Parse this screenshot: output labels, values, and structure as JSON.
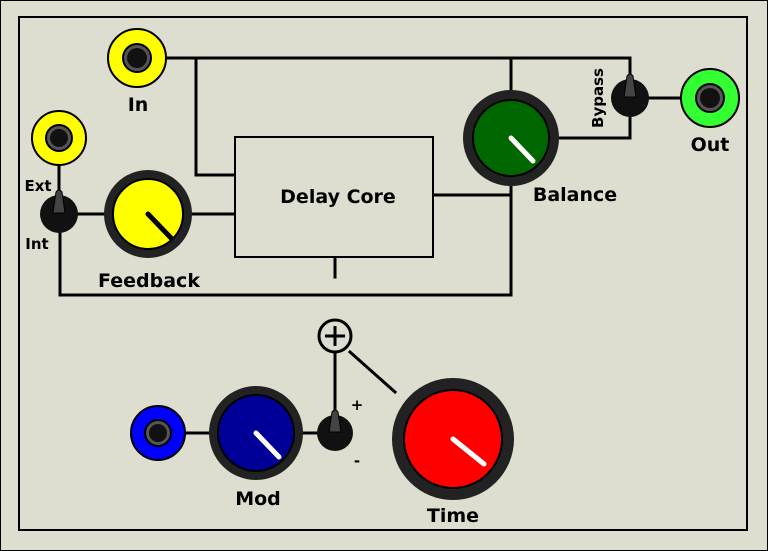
{
  "labels": {
    "in": "In",
    "out": "Out",
    "ext": "Ext",
    "int": "Int",
    "feedback": "Feedback",
    "delay_core": "Delay Core",
    "balance": "Balance",
    "bypass": "Bypass",
    "mod": "Mod",
    "time": "Time",
    "plus": "+",
    "minus": "-"
  },
  "colors": {
    "panel": "#deded0",
    "in_jack": "#ffff00",
    "ext_jack": "#ffff00",
    "out_jack": "#33ff33",
    "mod_jack": "#0000ff",
    "feedback_knob": "#ffff00",
    "balance_knob": "#006600",
    "mod_knob": "#000099",
    "time_knob": "#ff0000"
  },
  "icons": {
    "summing_node": "circle-plus"
  }
}
